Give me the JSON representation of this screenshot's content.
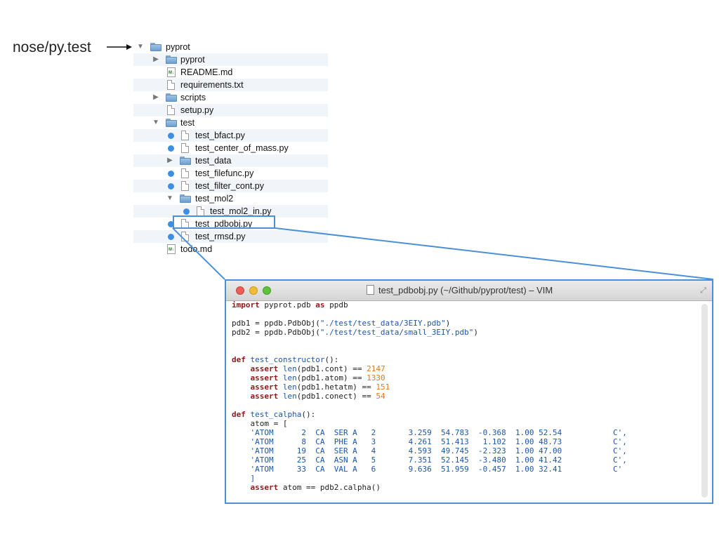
{
  "annotation": {
    "label": "nose/py.test"
  },
  "tree": {
    "rows": [
      {
        "label": "pyprot",
        "icon": "folder-icon",
        "depth": 0,
        "triangle": "open",
        "dot": false
      },
      {
        "label": "pyprot",
        "icon": "folder-icon",
        "depth": 1,
        "triangle": "closed",
        "dot": false
      },
      {
        "label": "README.md",
        "icon": "markdown-file-icon",
        "depth": 1,
        "triangle": "none",
        "dot": false
      },
      {
        "label": "requirements.txt",
        "icon": "file-icon",
        "depth": 1,
        "triangle": "none",
        "dot": false
      },
      {
        "label": "scripts",
        "icon": "folder-icon",
        "depth": 1,
        "triangle": "closed",
        "dot": false
      },
      {
        "label": "setup.py",
        "icon": "file-icon",
        "depth": 1,
        "triangle": "none",
        "dot": false
      },
      {
        "label": "test",
        "icon": "folder-icon",
        "depth": 1,
        "triangle": "open",
        "dot": false
      },
      {
        "label": "test_bfact.py",
        "icon": "file-icon",
        "depth": 2,
        "triangle": "none",
        "dot": true
      },
      {
        "label": "test_center_of_mass.py",
        "icon": "file-icon",
        "depth": 2,
        "triangle": "none",
        "dot": true
      },
      {
        "label": "test_data",
        "icon": "folder-icon",
        "depth": 2,
        "triangle": "closed",
        "dot": false
      },
      {
        "label": "test_filefunc.py",
        "icon": "file-icon",
        "depth": 2,
        "triangle": "none",
        "dot": true
      },
      {
        "label": "test_filter_cont.py",
        "icon": "file-icon",
        "depth": 2,
        "triangle": "none",
        "dot": true
      },
      {
        "label": "test_mol2",
        "icon": "folder-icon",
        "depth": 2,
        "triangle": "open",
        "dot": false
      },
      {
        "label": "test_mol2_in.py",
        "icon": "file-icon",
        "depth": 3,
        "triangle": "none",
        "dot": true
      },
      {
        "label": "test_pdbobj.py",
        "icon": "file-icon",
        "depth": 2,
        "triangle": "none",
        "dot": true
      },
      {
        "label": "test_rmsd.py",
        "icon": "file-icon",
        "depth": 2,
        "triangle": "none",
        "dot": true
      },
      {
        "label": "todo.md",
        "icon": "markdown-file-icon",
        "depth": 1,
        "triangle": "none",
        "dot": false
      }
    ]
  },
  "window": {
    "title": "test_pdbobj.py (~/Github/pyprot/test) – VIM",
    "colors": {
      "keyword": "#8b1a1a",
      "string": "#1c56a8",
      "number": "#e07b1f",
      "highlight": "#4a90d9"
    },
    "code_lines": [
      "import pyprot.pdb as ppdb",
      "",
      "pdb1 = ppdb.PdbObj(\"./test/test_data/3EIY.pdb\")",
      "pdb2 = ppdb.PdbObj(\"./test/test_data/small_3EIY.pdb\")",
      "",
      "",
      "def test_constructor():",
      "    assert len(pdb1.cont) == 2147",
      "    assert len(pdb1.atom) == 1330",
      "    assert len(pdb1.hetatm) == 151",
      "    assert len(pdb1.conect) == 54",
      "",
      "def test_calpha():",
      "    atom = [",
      "    'ATOM      2  CA  SER A   2       3.259  54.783  -0.368  1.00 52.54           C',",
      "    'ATOM      8  CA  PHE A   3       4.261  51.413   1.102  1.00 48.73           C',",
      "    'ATOM     19  CA  SER A   4       4.593  49.745  -2.323  1.00 47.00           C',",
      "    'ATOM     25  CA  ASN A   5       7.351  52.145  -3.480  1.00 41.42           C',",
      "    'ATOM     33  CA  VAL A   6       9.636  51.959  -0.457  1.00 32.41           C'",
      "    ]",
      "    assert atom == pdb2.calpha()"
    ]
  }
}
